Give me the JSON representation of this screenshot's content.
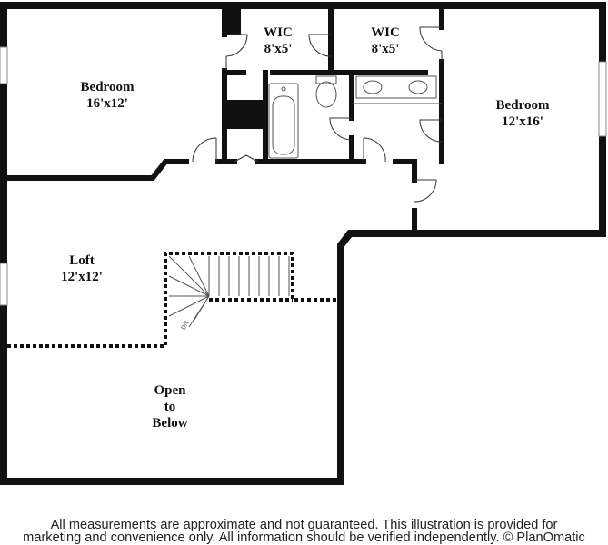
{
  "rooms": {
    "bedroom_left": {
      "name": "Bedroom",
      "size": "16'x12'"
    },
    "wic_left": {
      "name": "WIC",
      "size": "8'x5'"
    },
    "wic_right": {
      "name": "WIC",
      "size": "8'x5'"
    },
    "bedroom_right": {
      "name": "Bedroom",
      "size": "12'x16'"
    },
    "loft": {
      "name": "Loft",
      "size": "12'x12'"
    },
    "open": {
      "line1": "Open",
      "line2": "to",
      "line3": "Below"
    }
  },
  "stair_direction": "DN",
  "footer": {
    "line1": "All measurements are approximate and not guaranteed. This illustration is provided for",
    "line2": "marketing and convenience only. All information should be verified independently. © PlanOmatic"
  },
  "colors": {
    "wall": "#111111",
    "background": "#ffffff",
    "fixture": "#555555"
  }
}
